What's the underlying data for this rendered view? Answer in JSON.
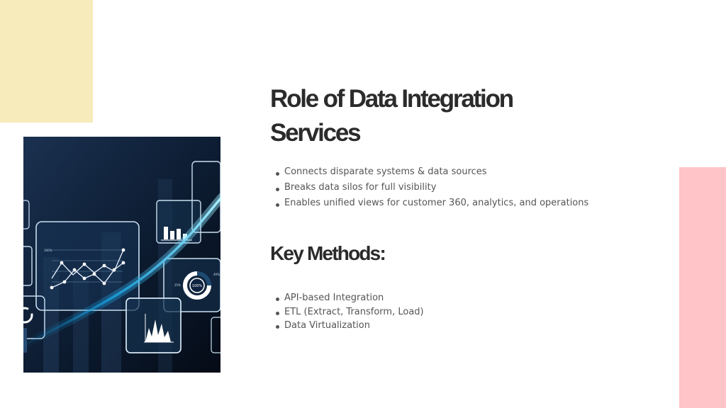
{
  "slide": {
    "title": "Role of Data Integration Services",
    "roles": [
      "Connects disparate systems & data sources",
      "Breaks data silos for full visibility",
      "Enables unified views for customer 360, analytics, and operations"
    ],
    "methods_heading": "Key Methods:",
    "methods": [
      "API-based Integration",
      "ETL (Extract, Transform, Load)",
      "Data Virtualization"
    ]
  },
  "hero_image": {
    "labels": {
      "percent_top": "100%",
      "gauge_center": "100%",
      "gauge_left": "25%",
      "gauge_right": "40%"
    }
  },
  "colors": {
    "accent_yellow": "#f7eabb",
    "accent_pink": "#fec4c8",
    "heading": "#2b2b2b",
    "body_text": "#555555"
  }
}
